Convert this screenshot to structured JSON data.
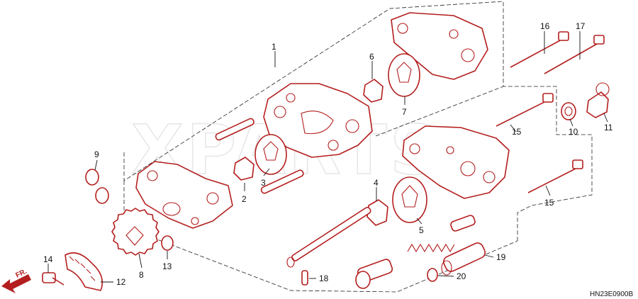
{
  "diagram": {
    "part_numbers": [
      "1",
      "2",
      "3",
      "4",
      "5",
      "6",
      "7",
      "8",
      "9",
      "10",
      "11",
      "12",
      "13",
      "14",
      "15",
      "15",
      "16",
      "17",
      "18",
      "19",
      "20"
    ],
    "watermark": "XPARTS",
    "front_indicator": "FR.",
    "diagram_code": "HN23E0900B",
    "colors": {
      "line_art": "#b41e1e",
      "labels": "#111111",
      "background": "#ffffff"
    }
  }
}
